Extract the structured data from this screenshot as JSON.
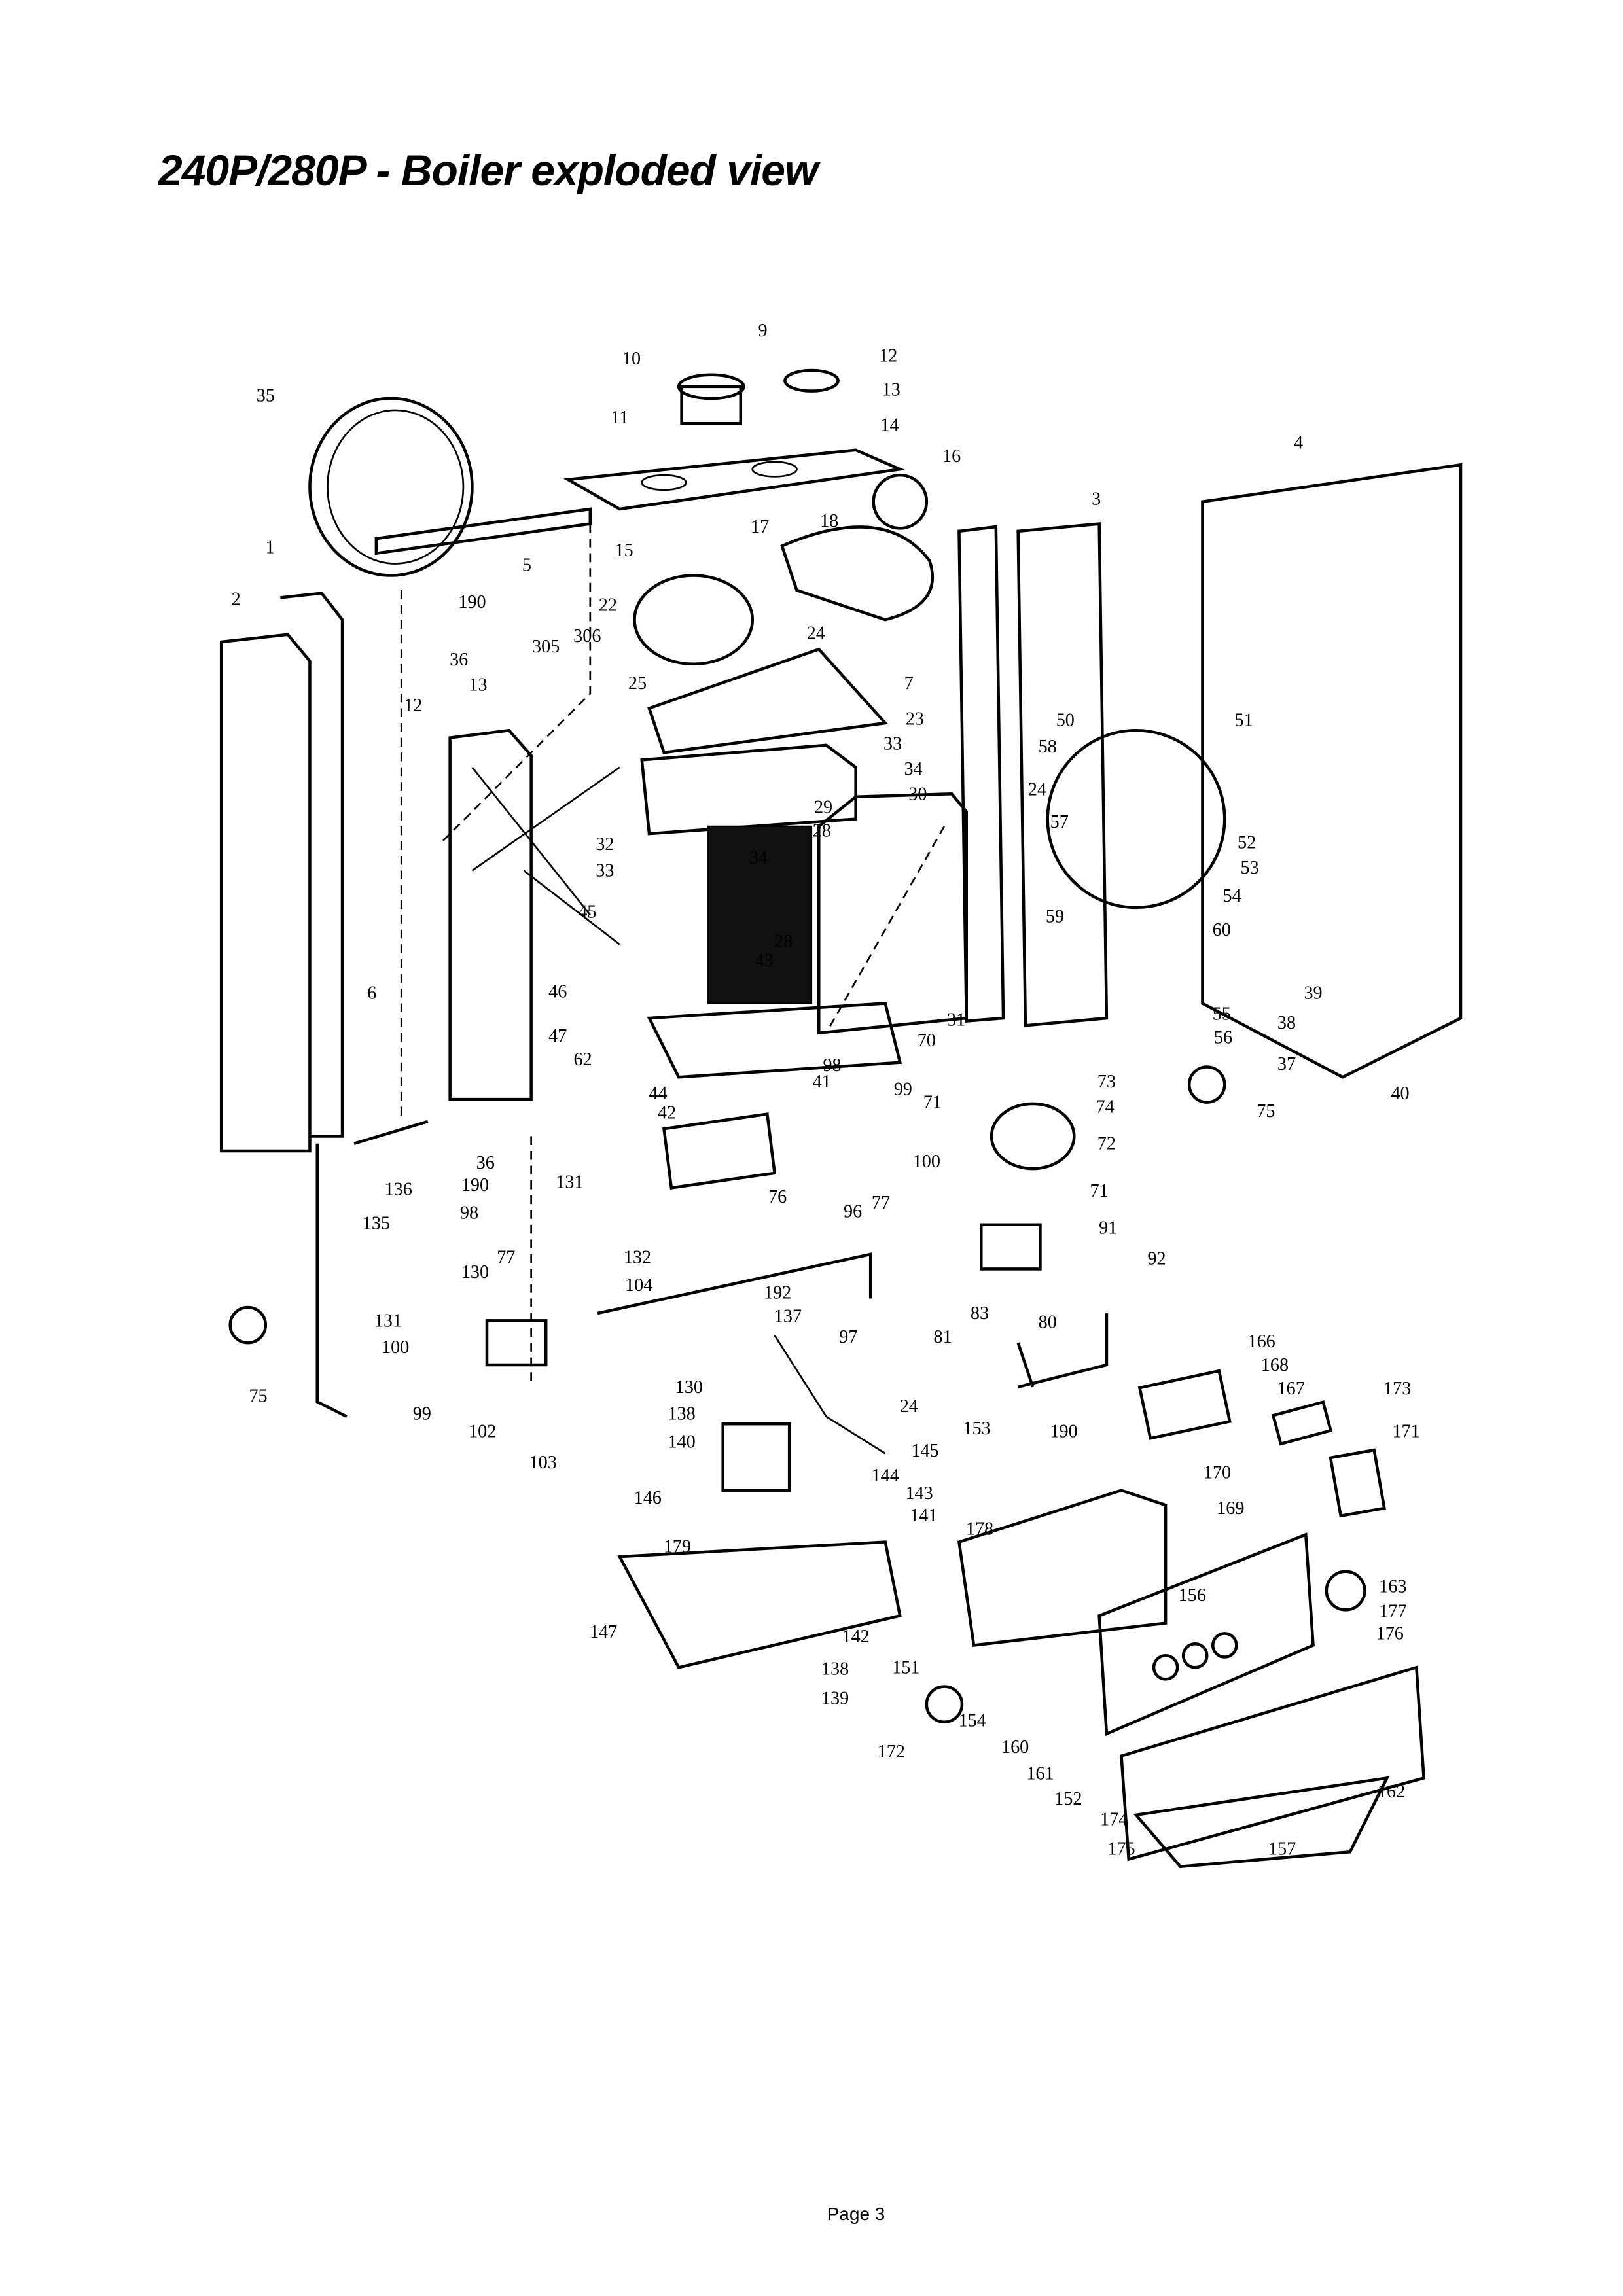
{
  "document": {
    "title": "240P/280P - Boiler exploded view",
    "page_label": "Page 3"
  },
  "callouts": [
    "9",
    "10",
    "12",
    "13",
    "11",
    "14",
    "35",
    "16",
    "4",
    "3",
    "18",
    "17",
    "15",
    "1",
    "5",
    "2",
    "190",
    "22",
    "24",
    "36",
    "306",
    "305",
    "7",
    "13",
    "12",
    "25",
    "23",
    "50",
    "51",
    "33",
    "58",
    "34",
    "30",
    "24",
    "57",
    "29",
    "28",
    "32",
    "52",
    "33",
    "34",
    "53",
    "54",
    "59",
    "60",
    "45",
    "28",
    "43",
    "6",
    "46",
    "39",
    "55",
    "38",
    "56",
    "70",
    "47",
    "31",
    "62",
    "44",
    "41",
    "37",
    "73",
    "42",
    "40",
    "98",
    "99",
    "71",
    "74",
    "75",
    "72",
    "100",
    "136",
    "36",
    "190",
    "131",
    "98",
    "76",
    "71",
    "135",
    "77",
    "96",
    "91",
    "77",
    "132",
    "92",
    "130",
    "104",
    "192",
    "137",
    "83",
    "80",
    "131",
    "100",
    "97",
    "81",
    "166",
    "168",
    "167",
    "173",
    "75",
    "99",
    "102",
    "130",
    "138",
    "24",
    "153",
    "190",
    "171",
    "140",
    "103",
    "145",
    "170",
    "144",
    "146",
    "143",
    "169",
    "141",
    "178",
    "179",
    "156",
    "163",
    "177",
    "176",
    "147",
    "142",
    "138",
    "151",
    "139",
    "154",
    "172",
    "160",
    "161",
    "152",
    "174",
    "162",
    "175",
    "157"
  ]
}
